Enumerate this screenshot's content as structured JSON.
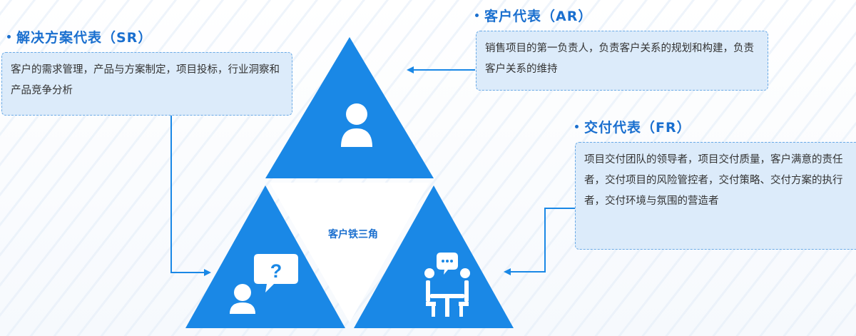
{
  "roles": {
    "sr": {
      "title": "解决方案代表（SR）",
      "description": "客户的需求管理，产品与方案制定，项目投标，行业洞察和产品竞争分析"
    },
    "ar": {
      "title": "客户代表（AR）",
      "description": "销售项目的第一负责人，负责客户关系的规划和构建，负责客户关系的维持"
    },
    "fr": {
      "title": "交付代表（FR）",
      "description": "项目交付团队的领导者，项目交付质量，客户满意的责任者，交付项目的风险管控者，交付策略、交付方案的执行者，交付环境与氛围的营造者"
    }
  },
  "center_label": "客户铁三角",
  "colors": {
    "primary_blue": "#1a88e6",
    "title_blue": "#1a6fcf",
    "box_fill": "#dcebfa",
    "box_border": "#6aaae6",
    "text": "#333333"
  },
  "icons": {
    "top": "person-icon",
    "bottom_left": "person-question-icon",
    "bottom_right": "meeting-chat-icon"
  }
}
